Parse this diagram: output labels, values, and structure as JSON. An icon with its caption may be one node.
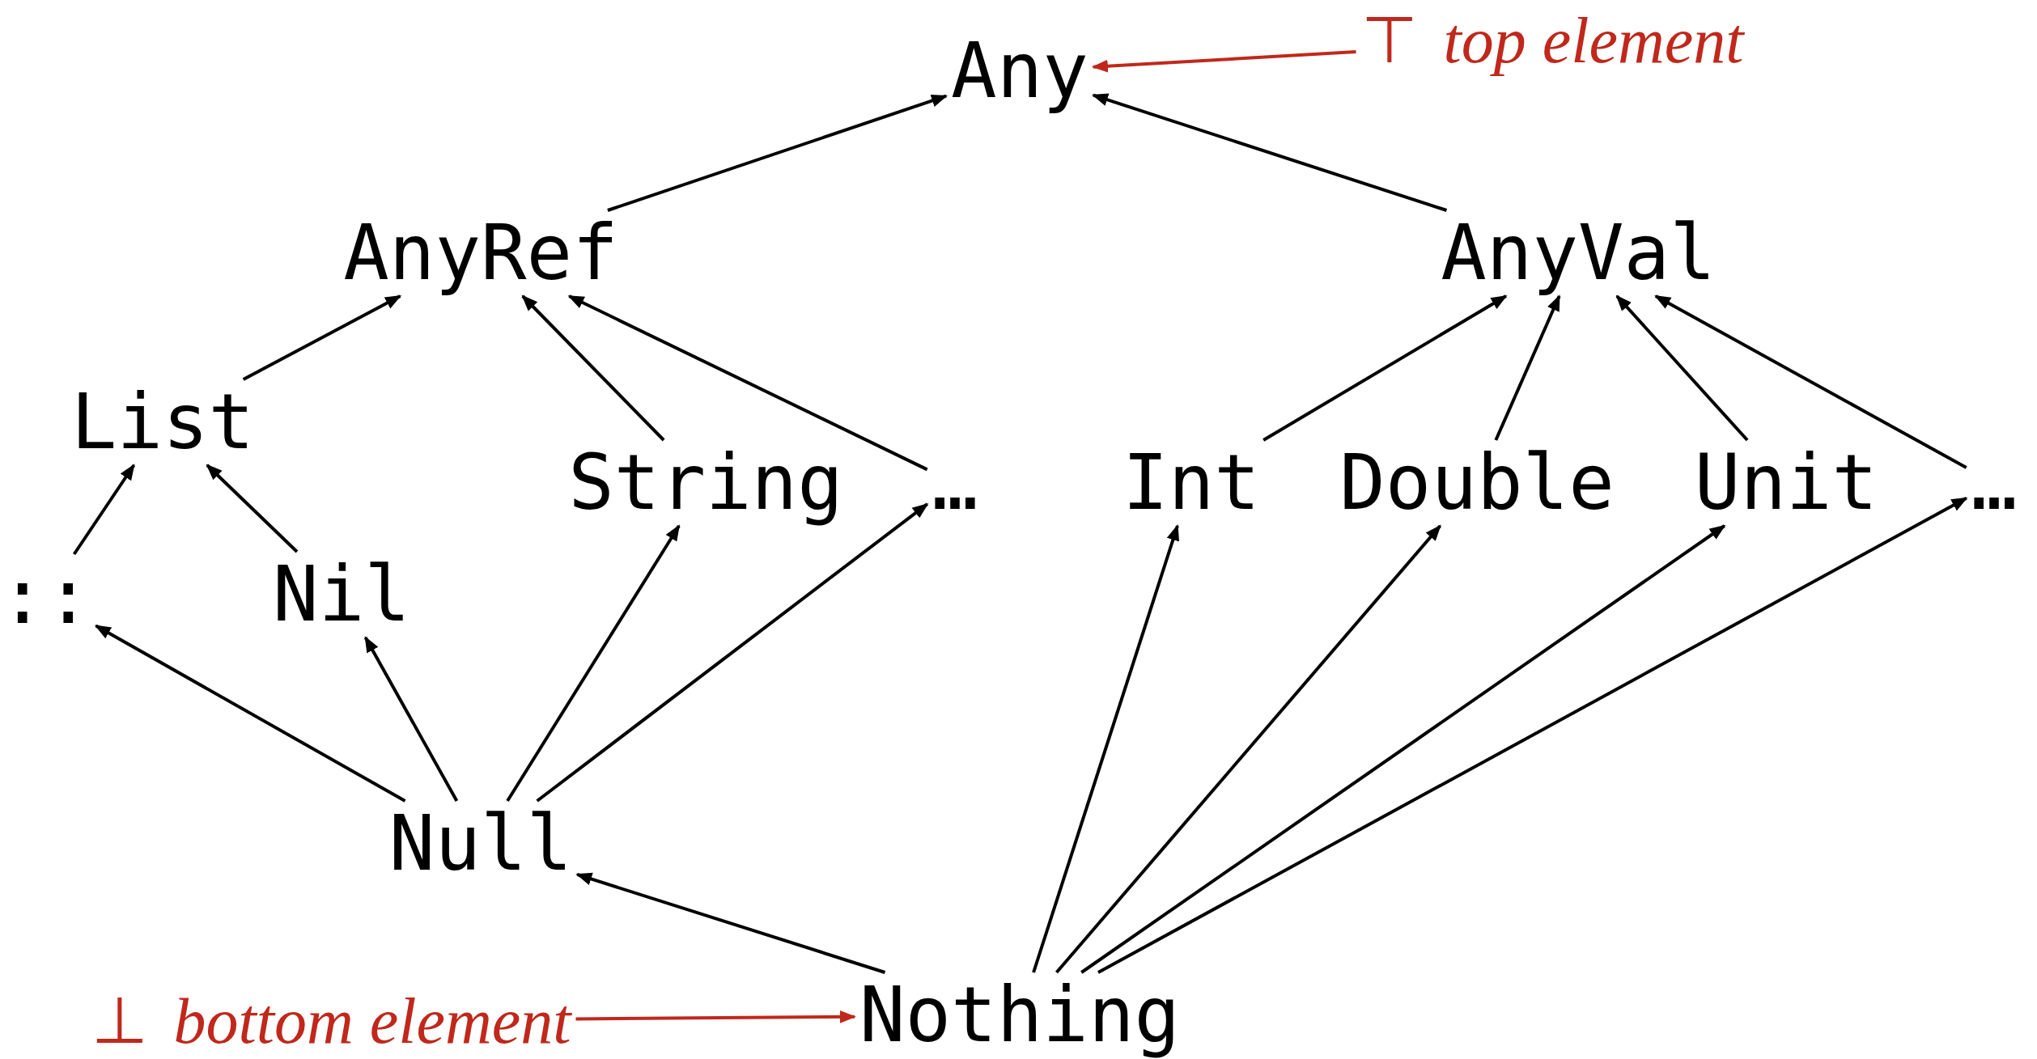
{
  "diagram": {
    "nodes": [
      {
        "text": [
          "Any"
        ]
      },
      {
        "text": [
          "AnyRef"
        ]
      },
      {
        "text": [
          "AnyVal"
        ]
      },
      {
        "text": [
          "List"
        ]
      },
      {
        "text": [
          "String"
        ]
      },
      {
        "text": [
          "…"
        ]
      },
      {
        "text": [
          "Int"
        ]
      },
      {
        "text": [
          "Double"
        ]
      },
      {
        "text": [
          "Unit"
        ]
      },
      {
        "text": [
          "…"
        ]
      },
      {
        "text": [
          "::"
        ]
      },
      {
        "text": [
          "Nil"
        ]
      },
      {
        "text": [
          "Null"
        ]
      },
      {
        "text": [
          "Nothing"
        ]
      },
      {
        "text": [
          "⊤",
          "top element"
        ]
      },
      {
        "text": [
          "⊥",
          "bottom element"
        ]
      }
    ],
    "edges": [
      {
        "from": 1,
        "to": 0,
        "arrow": "to"
      },
      {
        "from": 2,
        "to": 0,
        "arrow": "to"
      },
      {
        "from": 3,
        "to": 1,
        "arrow": "to"
      },
      {
        "from": 4,
        "to": 1,
        "arrow": "to"
      },
      {
        "from": 5,
        "to": 1,
        "arrow": "to"
      },
      {
        "from": 6,
        "to": 2,
        "arrow": "to"
      },
      {
        "from": 7,
        "to": 2,
        "arrow": "to"
      },
      {
        "from": 8,
        "to": 2,
        "arrow": "to"
      },
      {
        "from": 9,
        "to": 2,
        "arrow": "to"
      },
      {
        "from": 10,
        "to": 3,
        "arrow": "to"
      },
      {
        "from": 11,
        "to": 3,
        "arrow": "to"
      },
      {
        "from": 12,
        "to": 10,
        "arrow": "to"
      },
      {
        "from": 12,
        "to": 11,
        "arrow": "to"
      },
      {
        "from": 12,
        "to": 4,
        "arrow": "to"
      },
      {
        "from": 12,
        "to": 5,
        "arrow": "to"
      },
      {
        "from": 13,
        "to": 12,
        "arrow": "to"
      },
      {
        "from": 13,
        "to": 6,
        "arrow": "to"
      },
      {
        "from": 13,
        "to": 7,
        "arrow": "to"
      },
      {
        "from": 13,
        "to": 8,
        "arrow": "to"
      },
      {
        "from": 13,
        "to": 9,
        "arrow": "to"
      },
      {
        "from": 14,
        "to": 0,
        "arrow": "to",
        "color": "#c0281b"
      },
      {
        "from": 15,
        "to": 13,
        "arrow": "to",
        "color": "#c0281b"
      }
    ]
  }
}
